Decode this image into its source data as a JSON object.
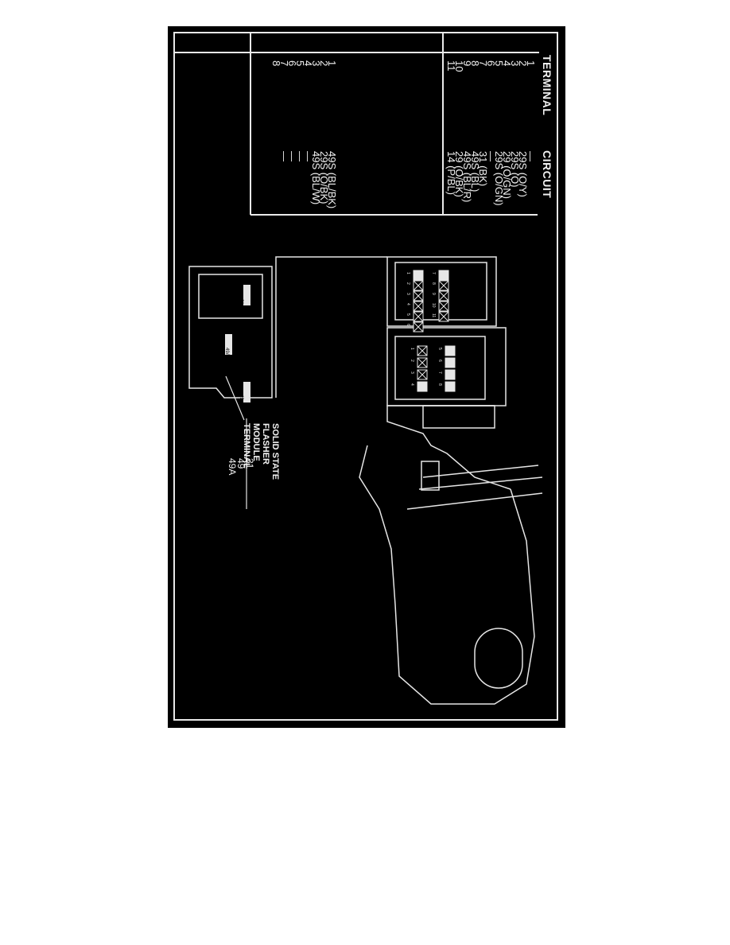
{
  "table": {
    "headers": {
      "terminal": "TERMINAL",
      "circuit": "CIRCUIT"
    },
    "group1": [
      {
        "terminal": "1",
        "circuit": "—"
      },
      {
        "terminal": "2",
        "circuit": "29S (O/Y)"
      },
      {
        "terminal": "3",
        "circuit": "29S (O)"
      },
      {
        "terminal": "4",
        "circuit": "29 (O/GN)"
      },
      {
        "terminal": "5",
        "circuit": "29S (O/GN)"
      },
      {
        "terminal": "6",
        "circuit": "—"
      },
      {
        "terminal": "7",
        "circuit": "31 (BK)"
      },
      {
        "terminal": "8",
        "circuit": "49S (BL)"
      },
      {
        "terminal": "9",
        "circuit": "49S (BL/R)"
      },
      {
        "terminal": "10",
        "circuit": "29 (O/BK)"
      },
      {
        "terminal": "11",
        "circuit": "14 (P/BL)"
      }
    ],
    "group2": [
      {
        "terminal": "1",
        "circuit": "49S (BL/BK)"
      },
      {
        "terminal": "2",
        "circuit": "29S (O/BK)"
      },
      {
        "terminal": "3",
        "circuit": "49S (BL/W)"
      },
      {
        "terminal": "4",
        "circuit": "—"
      },
      {
        "terminal": "5",
        "circuit": "—"
      },
      {
        "terminal": "6",
        "circuit": "—"
      },
      {
        "terminal": "7",
        "circuit": "—"
      },
      {
        "terminal": "8",
        "circuit": ""
      }
    ]
  },
  "callout": {
    "label_lines": [
      "SOLID STATE",
      "FLASHER MODULE",
      "TERMINAL"
    ],
    "values": [
      "31",
      "49",
      "49A"
    ]
  },
  "module_pins": [
    "31",
    "49A",
    "49"
  ],
  "connector_a_pins": [
    "1",
    "2",
    "3",
    "4",
    "5",
    "6",
    "7",
    "8",
    "9",
    "10",
    "11"
  ],
  "connector_b_pins": [
    "1",
    "2",
    "3",
    "4",
    "5",
    "6",
    "7",
    "8"
  ]
}
